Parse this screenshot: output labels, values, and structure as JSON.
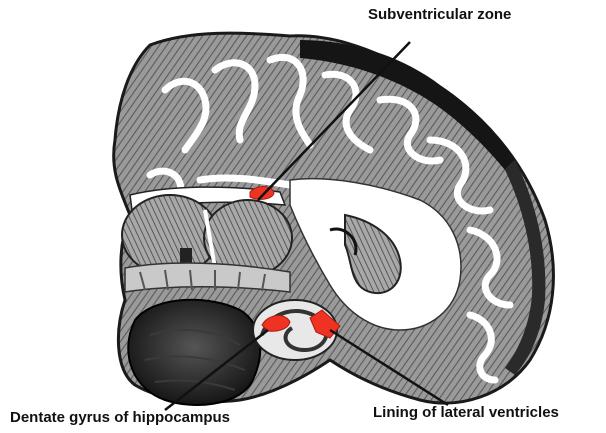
{
  "labels": {
    "subventricular_zone": "Subventricular zone",
    "dentate_gyrus": "Dentate gyrus of hippocampus",
    "lateral_ventricles": "Lining of lateral ventricles"
  },
  "colors": {
    "highlight": "#ee3322",
    "tissue_dark": "#2a2a2a",
    "tissue_mid": "#8a8a8a",
    "white_matter": "#ffffff",
    "pointer": "#111111"
  }
}
